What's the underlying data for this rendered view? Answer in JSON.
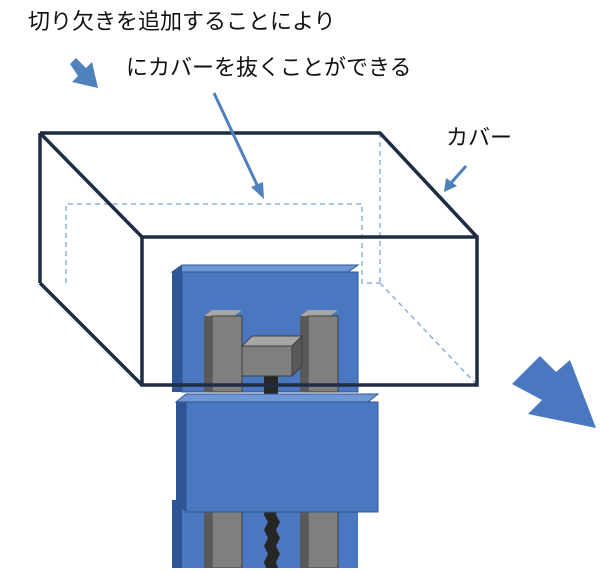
{
  "annotation": {
    "line1": "切り欠きを追加することにより",
    "line2": "にカバーを抜くことができる"
  },
  "cover_label": "カバー",
  "colors": {
    "outline": "#1f2d44",
    "dashed": "#8fb0d6",
    "pointer": "#4f81bd",
    "block_front": "#4a78c0",
    "block_side": "#2f5597",
    "block_top": "#6f96d6",
    "rail": "#7f7f7f",
    "rail_dark": "#595959",
    "screw": "#262626"
  },
  "icons": [
    "hollow-arrow-icon",
    "large-arrow-icon"
  ]
}
